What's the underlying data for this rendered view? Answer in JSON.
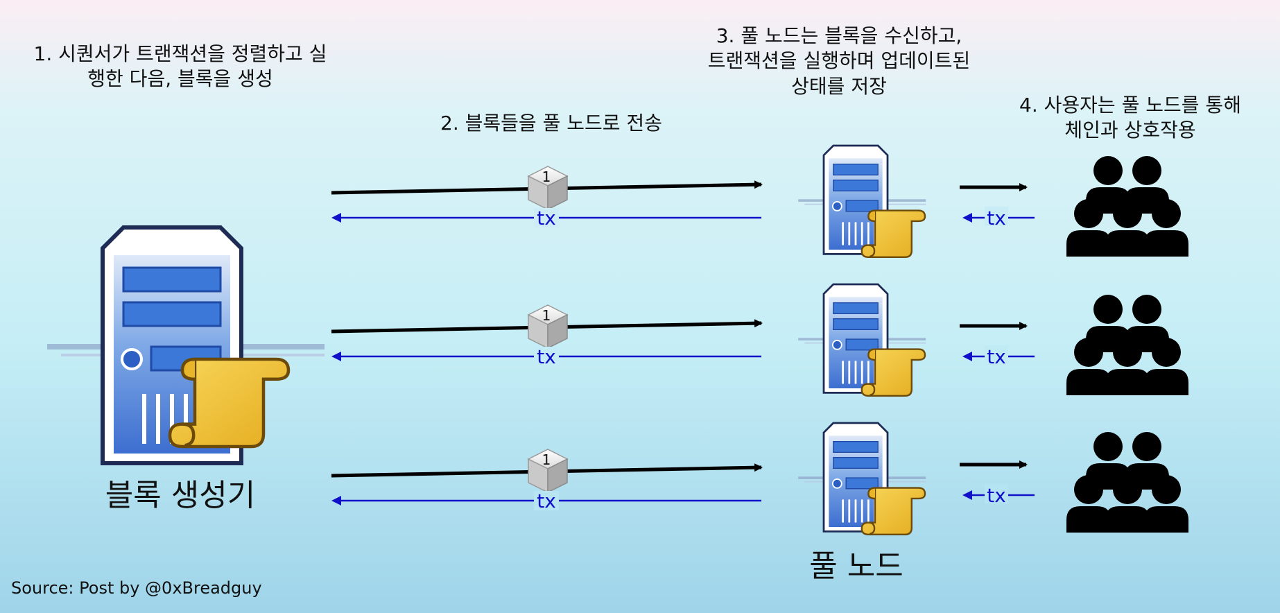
{
  "steps": {
    "s1": [
      "1. 시퀀서가 트랜잭션을 정렬하고 실",
      "행한 다음, 블록을 생성"
    ],
    "s2": "2. 블록들을 풀 노드로 전송",
    "s3": [
      "3. 풀 노드는 블록을 수신하고,",
      "트랜잭션을 실행하며 업데이트된",
      "상태를 저장"
    ],
    "s4": [
      "4. 사용자는 풀 노드를 통해",
      "체인과 상호작용"
    ]
  },
  "labels": {
    "block_producer": "블록 생성기",
    "full_node": "풀 노드",
    "tx": "tx",
    "block_number": "1"
  },
  "source": "Source: Post by @0xBreadguy",
  "colors": {
    "tx_arrow": "#1010c8",
    "block_arrow": "#000000",
    "server_blue": "#3b78d8",
    "scroll_gold": "#f2c230"
  },
  "icons": [
    "server-icon",
    "scroll-icon",
    "block-cube-icon",
    "users-group-icon"
  ]
}
